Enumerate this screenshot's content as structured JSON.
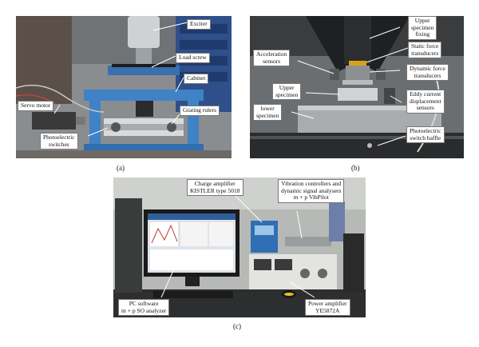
{
  "panels": {
    "a": {
      "label": "(a)",
      "callouts": {
        "exciter": "Exciter",
        "load_screw": "Load screw",
        "cabinet": "Cabinet",
        "servo_motor": "Servo motor",
        "grating_rulers": "Grating rulers",
        "photoelectric_switches": [
          "Photoelectric",
          "switches"
        ]
      }
    },
    "b": {
      "label": "(b)",
      "callouts": {
        "upper_fixing": [
          "Upper",
          "specimen",
          "fixing"
        ],
        "acceleration": [
          "Acceleration",
          "sensors"
        ],
        "static_force": [
          "Static force",
          "transducers"
        ],
        "dynamic_force": [
          "Dynamic force",
          "transducers"
        ],
        "upper_specimen": [
          "Upper",
          "specimen"
        ],
        "eddy_current": [
          "Eddy current",
          "displacement",
          "sensors"
        ],
        "lower_specimen": [
          "lower",
          "specimen"
        ],
        "switch_baffle": [
          "Photoelectric",
          "switch baffle"
        ]
      }
    },
    "c": {
      "label": "(c)",
      "callouts": {
        "charge_amp": [
          "Charge amplifier",
          "KISTLER type 5018"
        ],
        "vibration": [
          "Vibration controllers and",
          "dynamic signal analysers",
          "m + p VibPilot"
        ],
        "pc_software": [
          "PC software",
          "m + p SO analyzer"
        ],
        "power_amp": [
          "Power amplifier",
          "YE5872A"
        ]
      }
    }
  }
}
